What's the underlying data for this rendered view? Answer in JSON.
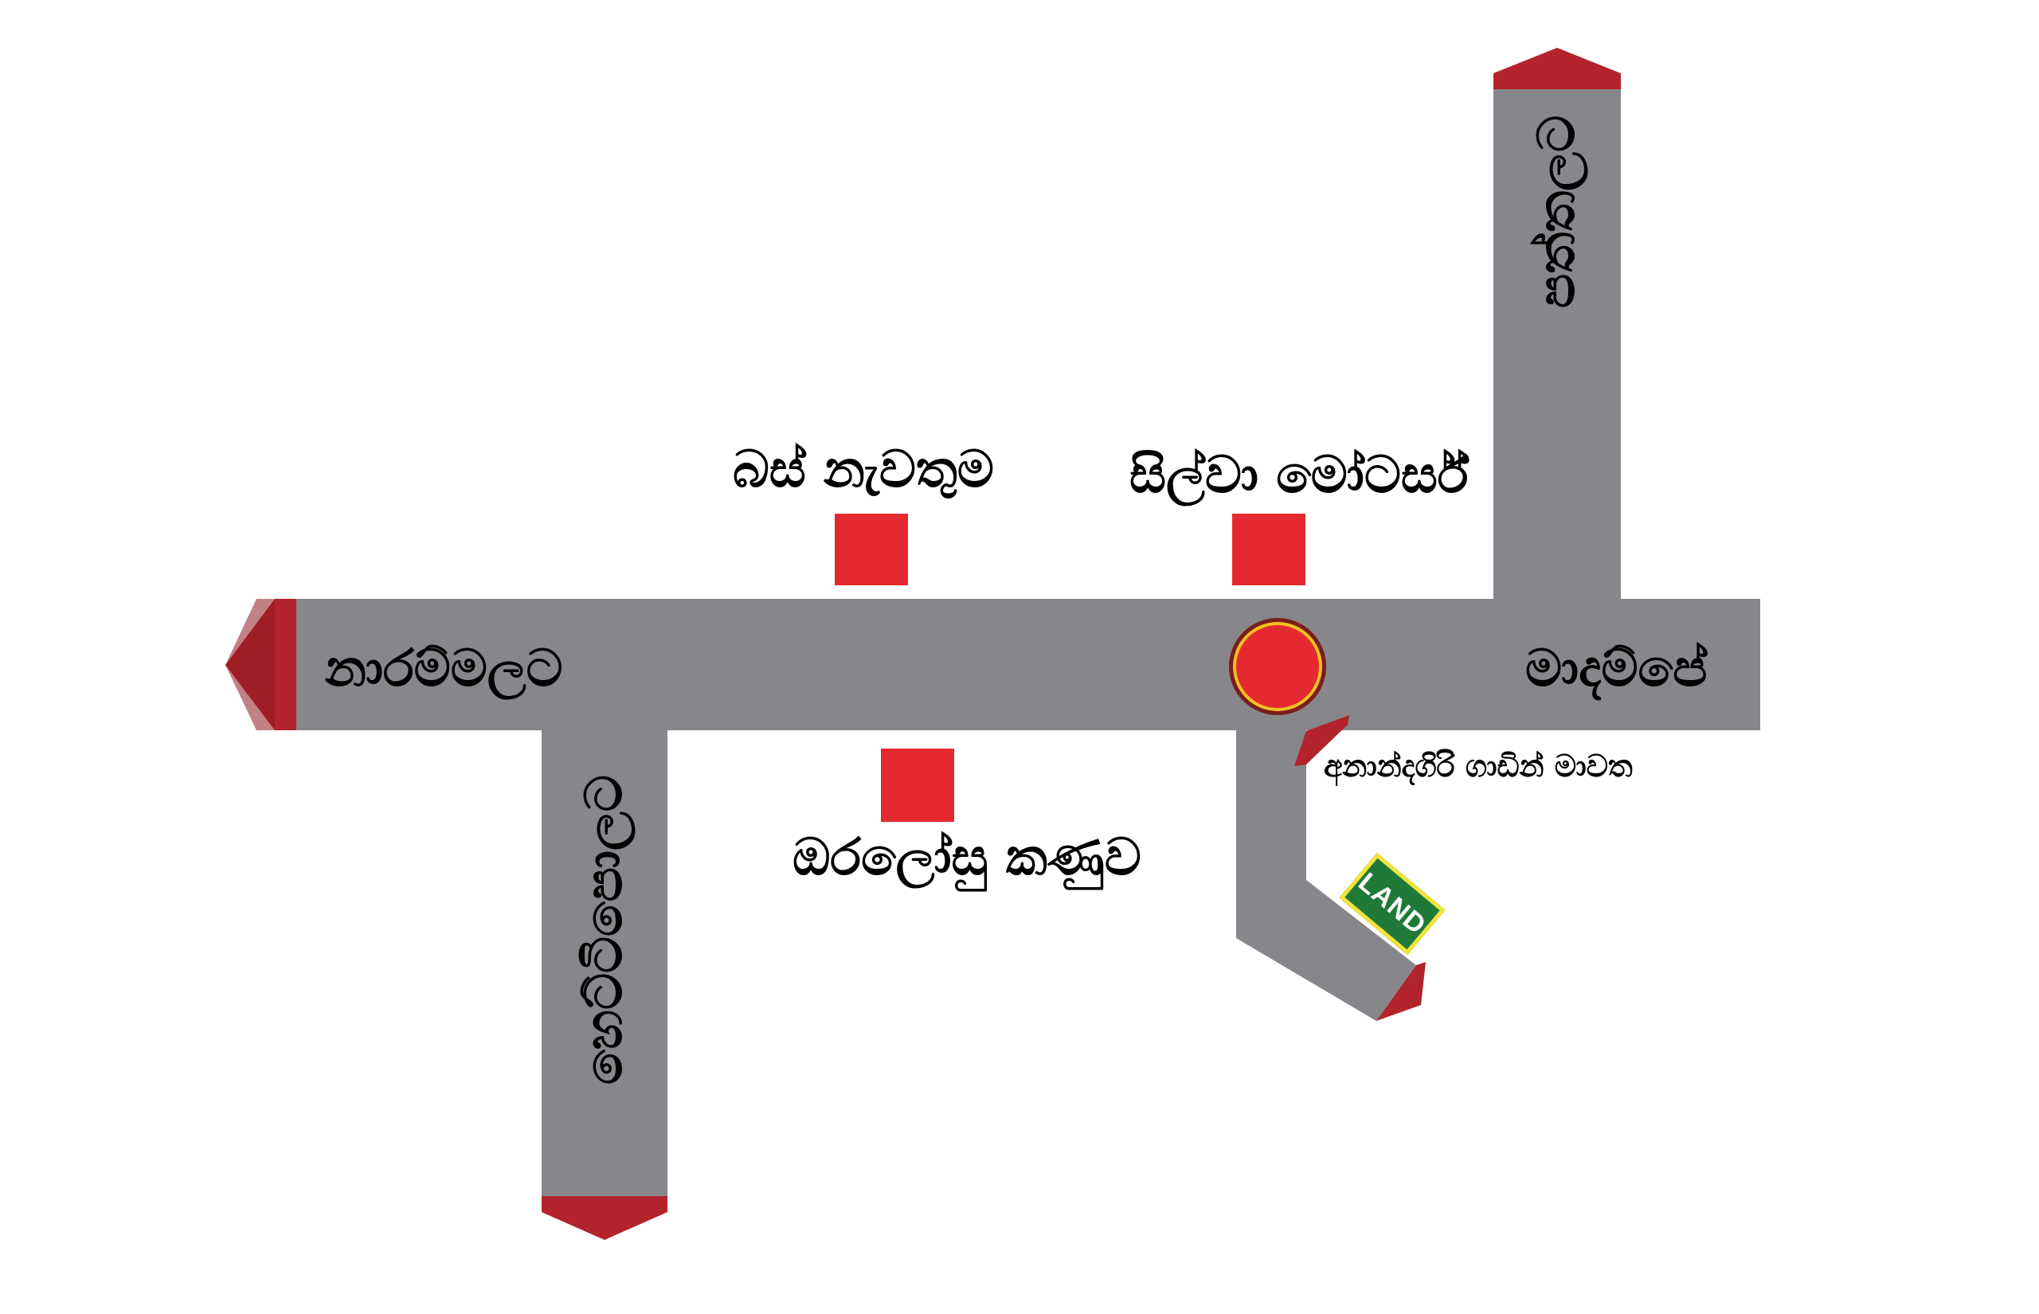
{
  "colors": {
    "road": "#87868b",
    "arrow": "#b3232b",
    "marker": "#e42a30",
    "roundabout_ring": "#7a1d1d",
    "roundabout_inner_ring": "#f0c020",
    "land_bg": "#1f7a3a",
    "land_border": "#f2e33a"
  },
  "roads": {
    "west": "නාරම්මලට",
    "east": "මාදම්පේ",
    "north": "පත්තලට",
    "south": "හෙට්ටිපොලට",
    "side_road": "අනාන්දගිරි ගාඩින් මාවත"
  },
  "landmarks": {
    "bus_stand": "බස් නැවතුම",
    "silva_motors": "සිල්වා මෝටර්ස්",
    "clock_tower": "ඔරලෝසු කණුව"
  },
  "land_sign": {
    "label": "LAND",
    "icon": "land-sign-icon"
  }
}
